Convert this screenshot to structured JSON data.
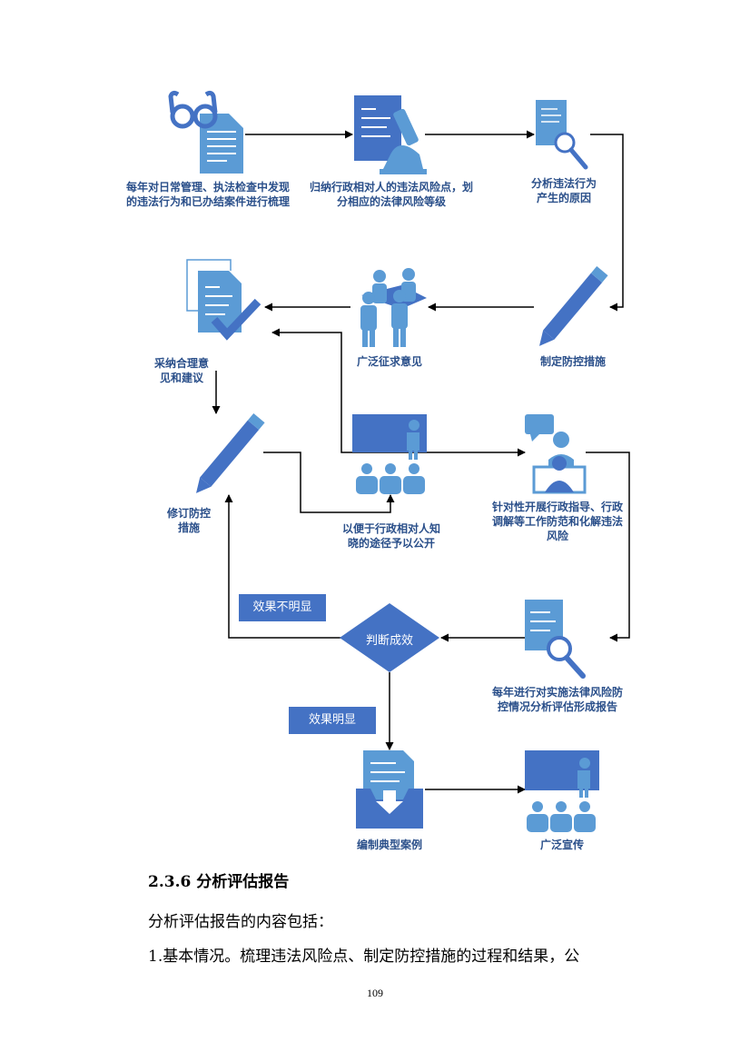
{
  "flow": {
    "n1": [
      "每年对日常管理、执法检查中发现",
      "的违法行为和已办结案件进行梳理"
    ],
    "n2": [
      "归纳行政相对人的违法风险点，划",
      "分相应的法律风险等级"
    ],
    "n3": [
      "分析违法行为",
      "产生的原因"
    ],
    "n4": "制定防控措施",
    "n5": "广泛征求意见",
    "n6": [
      "采纳合理意",
      "见和建议"
    ],
    "n7": [
      "修订防控",
      "措施"
    ],
    "n8": [
      "以便于行政相对人知",
      "晓的途径予以公开"
    ],
    "n9": [
      "针对性开展行政指导、行政",
      "调解等工作防范和化解违法",
      "风险"
    ],
    "n10": [
      "每年进行对实施法律风险防",
      "控情况分析评估形成报告"
    ],
    "decision": "判断成效",
    "not_obvious": "效果不明显",
    "obvious": "效果明显",
    "n11": "编制典型案例",
    "n12": "广泛宣传"
  },
  "colors": {
    "accent": "#4472c4",
    "light": "#5b9bd5",
    "label": "#2a4f8a"
  },
  "icons": [
    "glasses-document-icon",
    "microscope-document-icon",
    "magnifier-document-icon",
    "pencil-icon",
    "group-presentation-icon",
    "checked-document-icon",
    "presentation-audience-icon",
    "consultation-icon",
    "inbox-document-icon"
  ],
  "section": {
    "heading": "2.3.6 分析评估报告",
    "intro": "分析评估报告的内容包括：",
    "item1": "1.基本情况。梳理违法风险点、制定防控措施的过程和结果，公"
  },
  "page_number": "109"
}
